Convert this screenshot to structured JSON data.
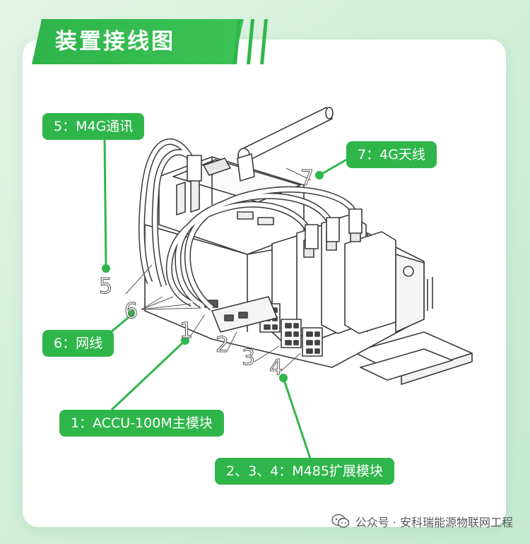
{
  "title": "装置接线图",
  "labels": {
    "m4g": "5：M4G通讯",
    "antenna": "7：4G天线",
    "network": "6：网线",
    "main": "1：ACCU-100M主模块",
    "ext": "2、3、4：M485扩展模块"
  },
  "callouts": {
    "n1": "1",
    "n2": "2",
    "n3": "3",
    "n4": "4",
    "n5": "5",
    "n6": "6",
    "n7": "7"
  },
  "footer": {
    "text": "公众号 · 安科瑞能源物联网工程"
  },
  "colors": {
    "accent": "#2fb64b",
    "card": "#ffffff",
    "background": "#d6efdc"
  },
  "icons": {
    "footer": "wechat-icon"
  }
}
